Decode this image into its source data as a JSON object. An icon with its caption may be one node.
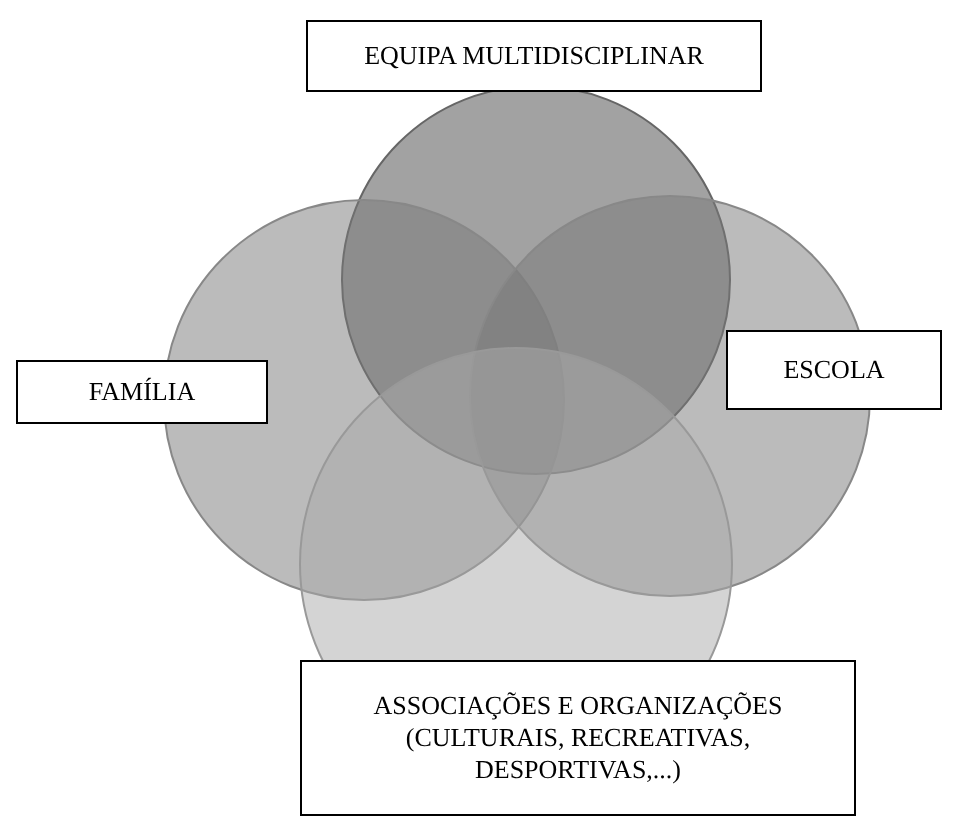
{
  "diagram": {
    "nodes": [
      {
        "text": [
          "EQUIPA MULTIDISCIPLINAR"
        ]
      },
      {
        "text": [
          "FAMÍLIA"
        ]
      },
      {
        "text": [
          "ESCOLA"
        ]
      },
      {
        "text": [
          "ASSOCIAÇÕES E ORGANIZAÇÕES (CULTURAIS, RECREATIVAS, DESPORTIVAS,...)"
        ]
      }
    ],
    "edges": []
  }
}
